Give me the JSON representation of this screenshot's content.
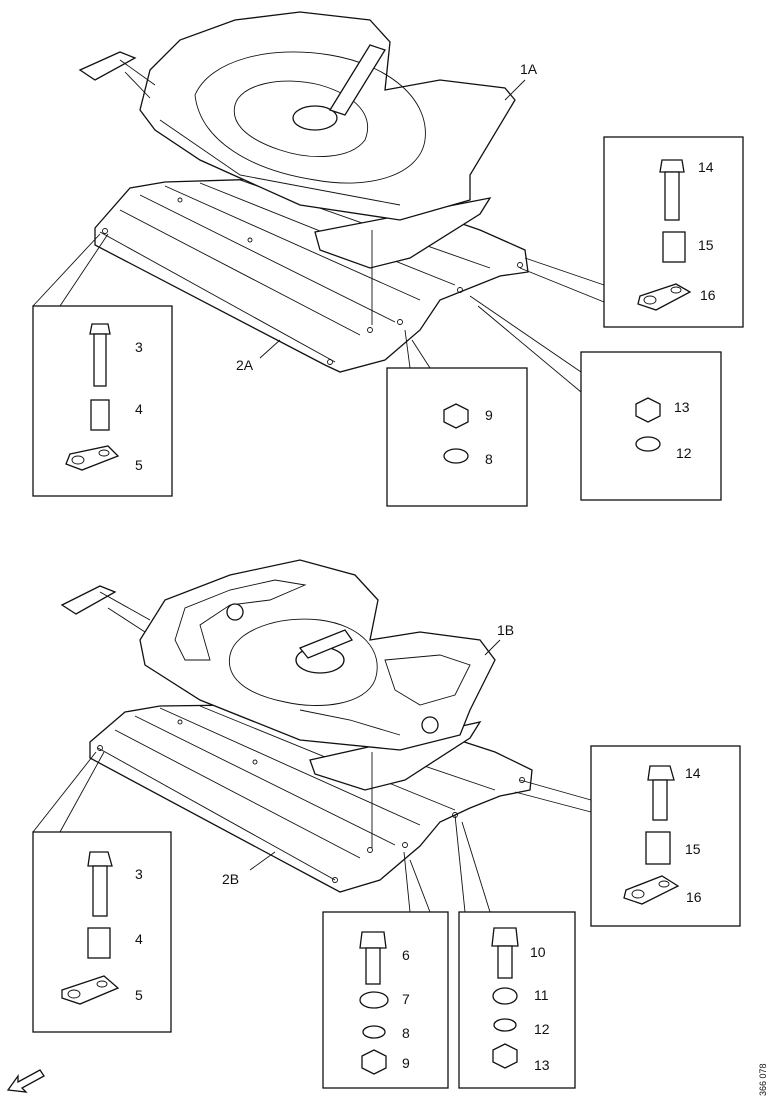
{
  "labels": {
    "assembly_1a": "1A",
    "plate_2a": "2A",
    "assembly_1b": "1B",
    "plate_2b": "2B",
    "figure_code": "366 078"
  },
  "top": {
    "box_left": [
      "3",
      "4",
      "5"
    ],
    "box_mid": [
      "9",
      "8"
    ],
    "box_right_low": [
      "13",
      "12"
    ],
    "box_right_high": [
      "14",
      "15",
      "16"
    ]
  },
  "bottom": {
    "box_left": [
      "3",
      "4",
      "5"
    ],
    "box_mid_a": [
      "6",
      "7",
      "8",
      "9"
    ],
    "box_mid_b": [
      "10",
      "11",
      "12",
      "13"
    ],
    "box_right": [
      "14",
      "15",
      "16"
    ]
  }
}
